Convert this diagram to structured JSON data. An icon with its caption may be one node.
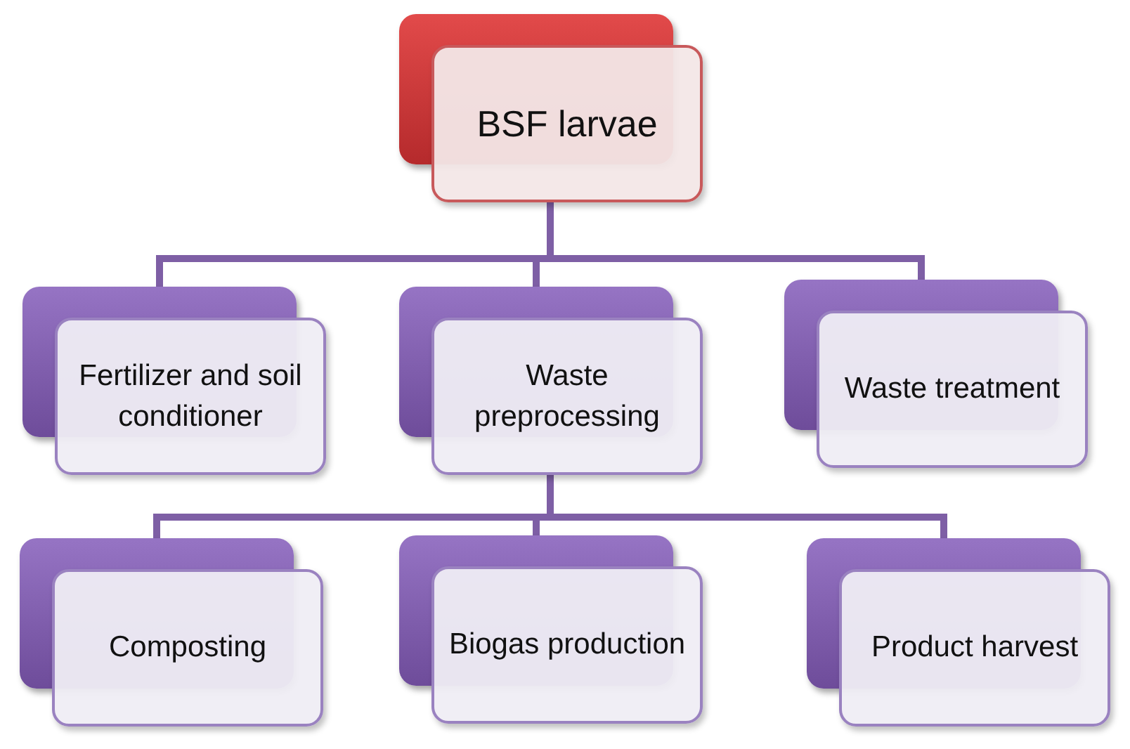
{
  "diagram": {
    "nodes": [
      {
        "text": [
          "BSF larvae"
        ]
      },
      {
        "text": [
          "Fertilizer and soil conditioner"
        ]
      },
      {
        "text": [
          "Waste preprocessing"
        ]
      },
      {
        "text": [
          "Waste treatment"
        ]
      },
      {
        "text": [
          "Composting"
        ]
      },
      {
        "text": [
          "Biogas production"
        ]
      },
      {
        "text": [
          "Product harvest"
        ]
      }
    ],
    "edges": [
      {
        "from": 0,
        "to": 1,
        "arrow": "none"
      },
      {
        "from": 0,
        "to": 2,
        "arrow": "none"
      },
      {
        "from": 0,
        "to": 3,
        "arrow": "none"
      },
      {
        "from": 2,
        "to": 4,
        "arrow": "none"
      },
      {
        "from": 2,
        "to": 5,
        "arrow": "none"
      },
      {
        "from": 2,
        "to": 6,
        "arrow": "none"
      }
    ]
  }
}
